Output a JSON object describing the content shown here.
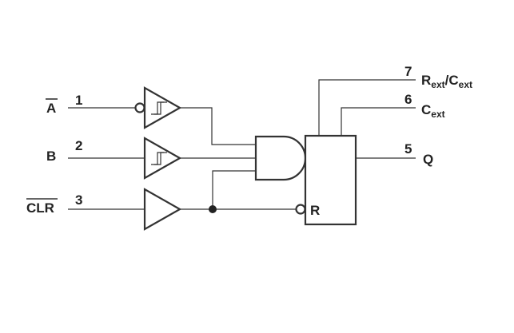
{
  "inputs": {
    "a": {
      "name": "A",
      "pin": "1"
    },
    "b": {
      "name": "B",
      "pin": "2"
    },
    "clr": {
      "name": "CLR",
      "pin": "3"
    }
  },
  "outputs": {
    "rc": {
      "pin": "7",
      "r": "R",
      "r_sub": "ext",
      "slash": "/",
      "c": "C",
      "c_sub": "ext"
    },
    "c": {
      "pin": "6",
      "c": "C",
      "c_sub": "ext"
    },
    "q": {
      "pin": "5",
      "name": "Q"
    }
  },
  "block": {
    "reset_label": "R"
  }
}
